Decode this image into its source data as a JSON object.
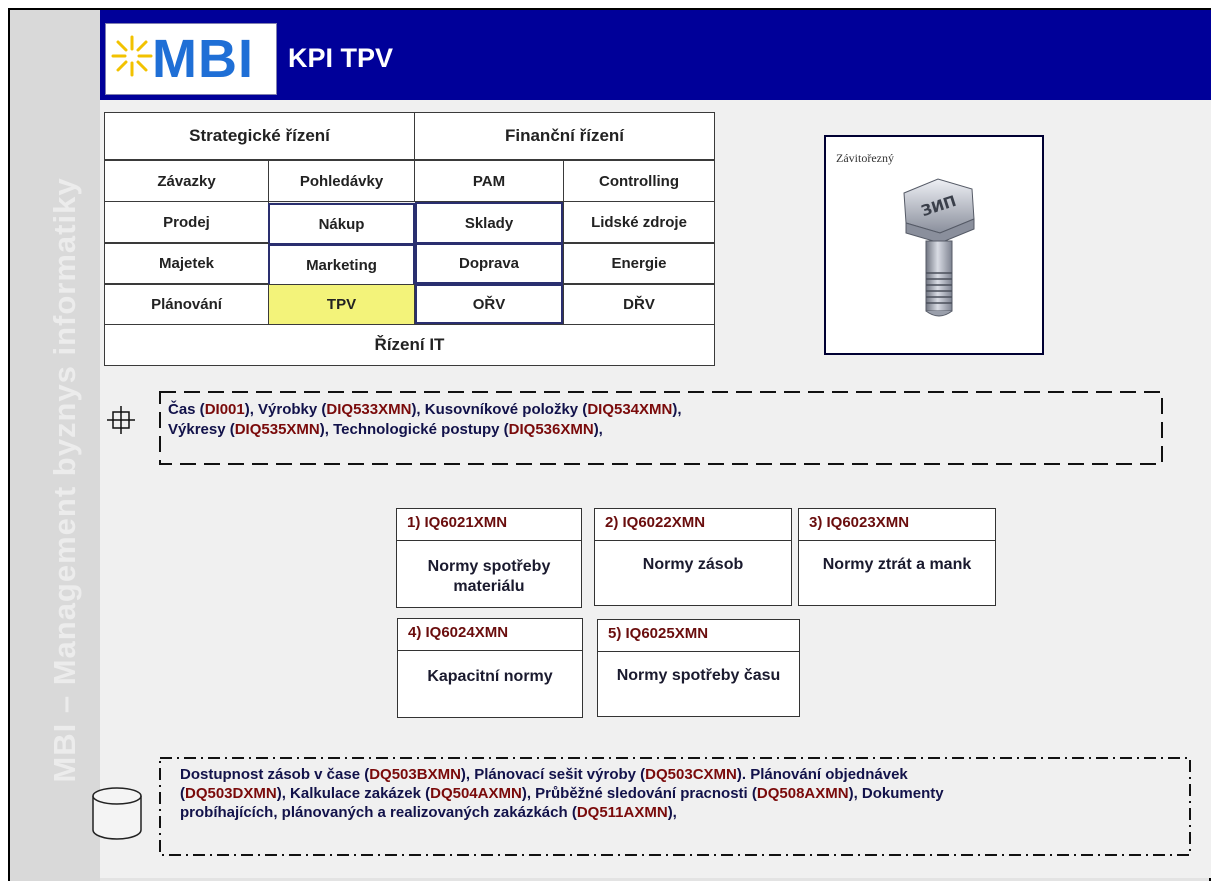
{
  "header": {
    "logo_text": "MBI",
    "title": "KPI TPV"
  },
  "sidebar": {
    "text": "MBI – Management byznys informatiky"
  },
  "grid": {
    "strategic": "Strategické řízení",
    "financial": "Finanční řízení",
    "row1": [
      "Závazky",
      "Pohledávky",
      "PAM",
      "Controlling"
    ],
    "row2": [
      "Prodej",
      "Nákup",
      "Sklady",
      "Lidské zdroje"
    ],
    "row3": [
      "Majetek",
      "Marketing",
      "Doprava",
      "Energie"
    ],
    "row4": [
      "Plánování",
      "TPV",
      "OŘV",
      "DŘV"
    ],
    "it": "Řízení IT"
  },
  "image": {
    "caption": "Závitořezný",
    "bolt_label": "ЗИП"
  },
  "dimensions": {
    "line1": [
      {
        "t": "Čas ("
      },
      {
        "c": "DI001"
      },
      {
        "t": "), Výrobky  ("
      },
      {
        "c": "DIQ533XMN"
      },
      {
        "t": "), Kusovníkové položky ("
      },
      {
        "c": "DIQ534XMN"
      },
      {
        "t": "),"
      }
    ],
    "line2": [
      {
        "t": "Výkresy ("
      },
      {
        "c": "DIQ535XMN"
      },
      {
        "t": "), Technologické postupy ("
      },
      {
        "c": "DIQ536XMN"
      },
      {
        "t": "),"
      }
    ]
  },
  "kpis": [
    {
      "id": "1) IQ6021XMN",
      "name": "Normy spotřeby materiálu"
    },
    {
      "id": "2) IQ6022XMN",
      "name": "Normy zásob"
    },
    {
      "id": "3) IQ6023XMN",
      "name": "Normy ztrát a mank"
    },
    {
      "id": "4) IQ6024XMN",
      "name": "Kapacitní normy"
    },
    {
      "id": "5) IQ6025XMN",
      "name": "Normy spotřeby času"
    }
  ],
  "datasources": {
    "line1": [
      {
        "t": "Dostupnost zásob v čase ("
      },
      {
        "c": "DQ503BXMN"
      },
      {
        "t": "), Plánovací sešit výroby ("
      },
      {
        "c": "DQ503CXMN"
      },
      {
        "t": "). Plánování objednávek"
      }
    ],
    "line2": [
      {
        "t": "("
      },
      {
        "c": "DQ503DXMN"
      },
      {
        "t": "), Kalkulace zakázek ("
      },
      {
        "c": "DQ504AXMN"
      },
      {
        "t": "), Průběžné sledování pracnosti ("
      },
      {
        "c": "DQ508AXMN"
      },
      {
        "t": "), Dokumenty"
      }
    ],
    "line3": [
      {
        "t": "probíhajících, plánovaných a realizovaných zakázkách ("
      },
      {
        "c": "DQ511AXMN"
      },
      {
        "t": "),"
      }
    ]
  },
  "colors": {
    "header": "#000099",
    "code": "#7a0a0a",
    "highlight": "#f3f37a"
  }
}
